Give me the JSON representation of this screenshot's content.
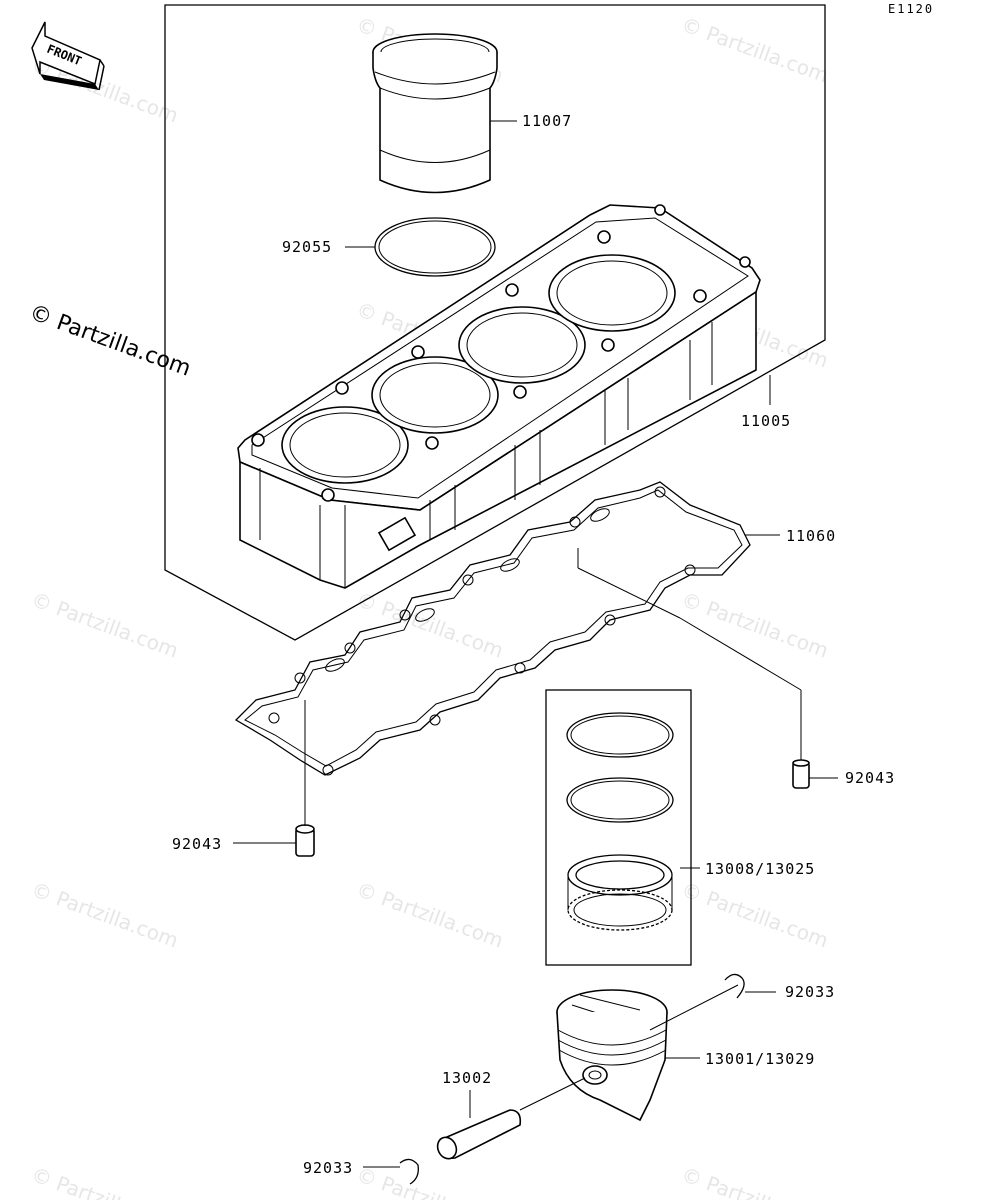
{
  "diagram_ref": "E1120",
  "front_label": "FRONT",
  "watermark_main": "© Partzilla.com",
  "watermark_faint": "© Partzilla.com",
  "parts": {
    "liner": "11007",
    "o_ring": "92055",
    "cylinder": "11005",
    "gasket": "11060",
    "dowel_right": "92043",
    "dowel_left": "92043",
    "ring_set": "13008/13025",
    "circlip_right": "92033",
    "piston": "13001/13029",
    "pin": "13002",
    "circlip_left": "92033"
  }
}
